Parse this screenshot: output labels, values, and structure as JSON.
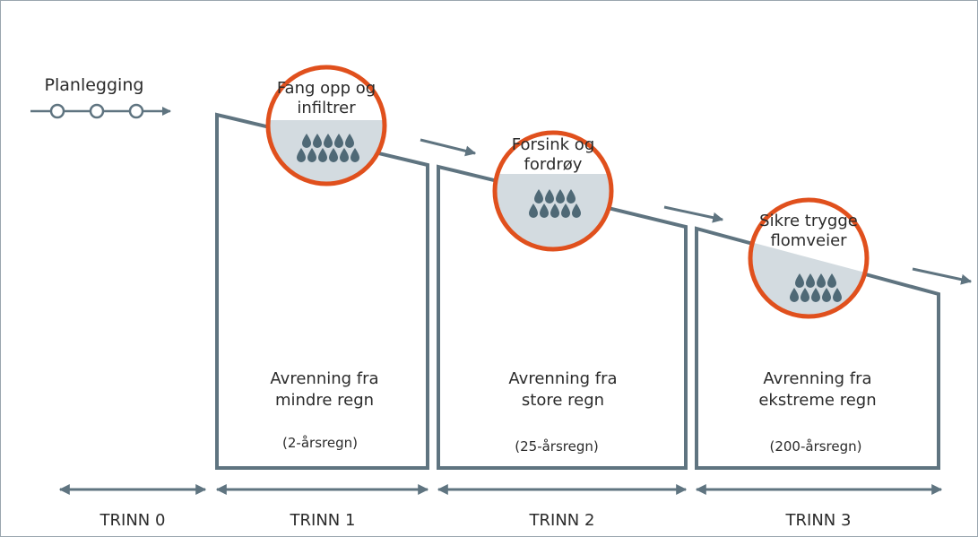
{
  "planning": {
    "label": "Planlegging"
  },
  "steps": [
    {
      "circle_lines": [
        "Fang opp og",
        "infiltrer"
      ],
      "runoff_lines": [
        "Avrenning fra",
        "mindre regn"
      ],
      "period": "(2-årsregn)",
      "trinn": "TRINN 1"
    },
    {
      "circle_lines": [
        "Forsink og",
        "fordrøy"
      ],
      "runoff_lines": [
        "Avrenning fra",
        "store regn"
      ],
      "period": "(25-årsregn)",
      "trinn": "TRINN 2"
    },
    {
      "circle_lines": [
        "Sikre trygge",
        "flomveier"
      ],
      "runoff_lines": [
        "Avrenning fra",
        "ekstreme regn"
      ],
      "period": "(200-årsregn)",
      "trinn": "TRINN 3"
    }
  ],
  "trinn0": "TRINN 0",
  "colors": {
    "circle_stroke": "#e0501d",
    "water_fill": "#d3dbe0",
    "outline": "#5f7480",
    "drop": "#4f6976",
    "text": "#2b2b2b"
  }
}
